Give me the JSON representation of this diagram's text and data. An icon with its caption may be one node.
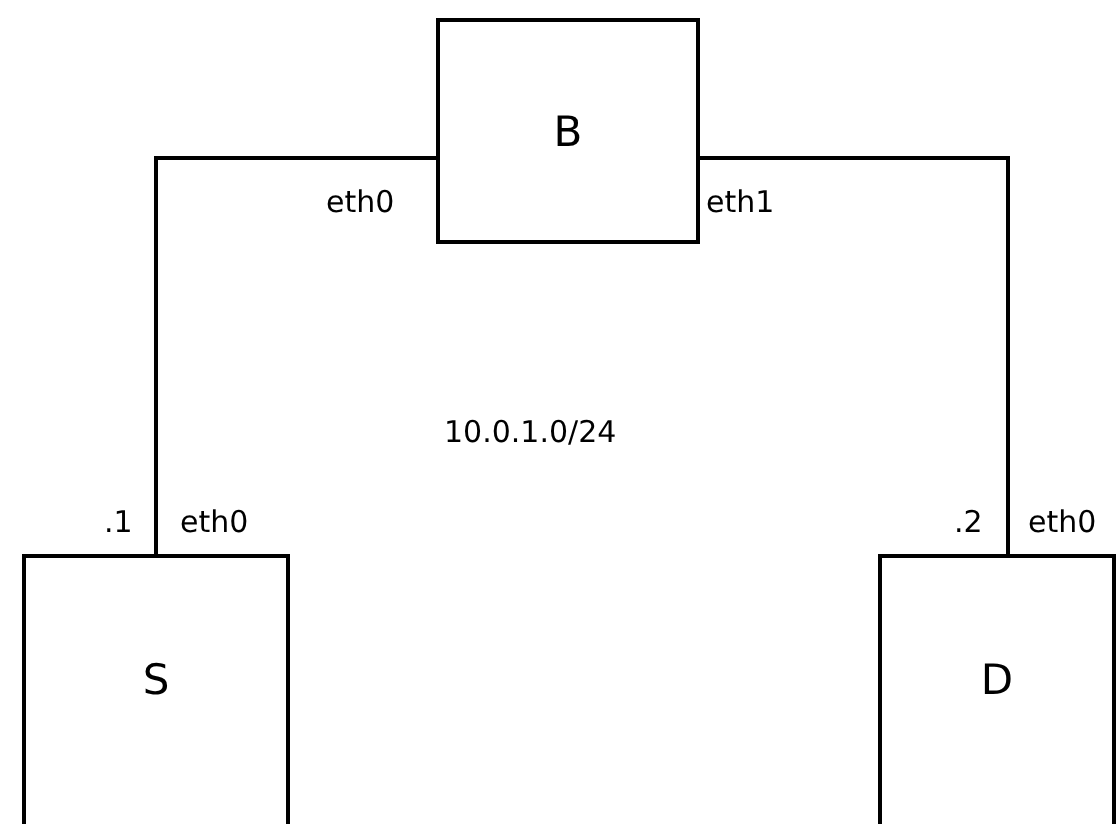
{
  "diagram": {
    "nodes": [
      {
        "text": [
          "B"
        ]
      },
      {
        "text": [
          "S"
        ]
      },
      {
        "text": [
          "D"
        ]
      }
    ],
    "edges": [
      {
        "from": 1,
        "to": 0,
        "arrow": "none"
      },
      {
        "from": 0,
        "to": 2,
        "arrow": "none"
      }
    ],
    "labels": [
      "eth0",
      "eth1",
      "10.0.1.0/24",
      ".1",
      "eth0",
      ".2",
      "eth0"
    ]
  }
}
